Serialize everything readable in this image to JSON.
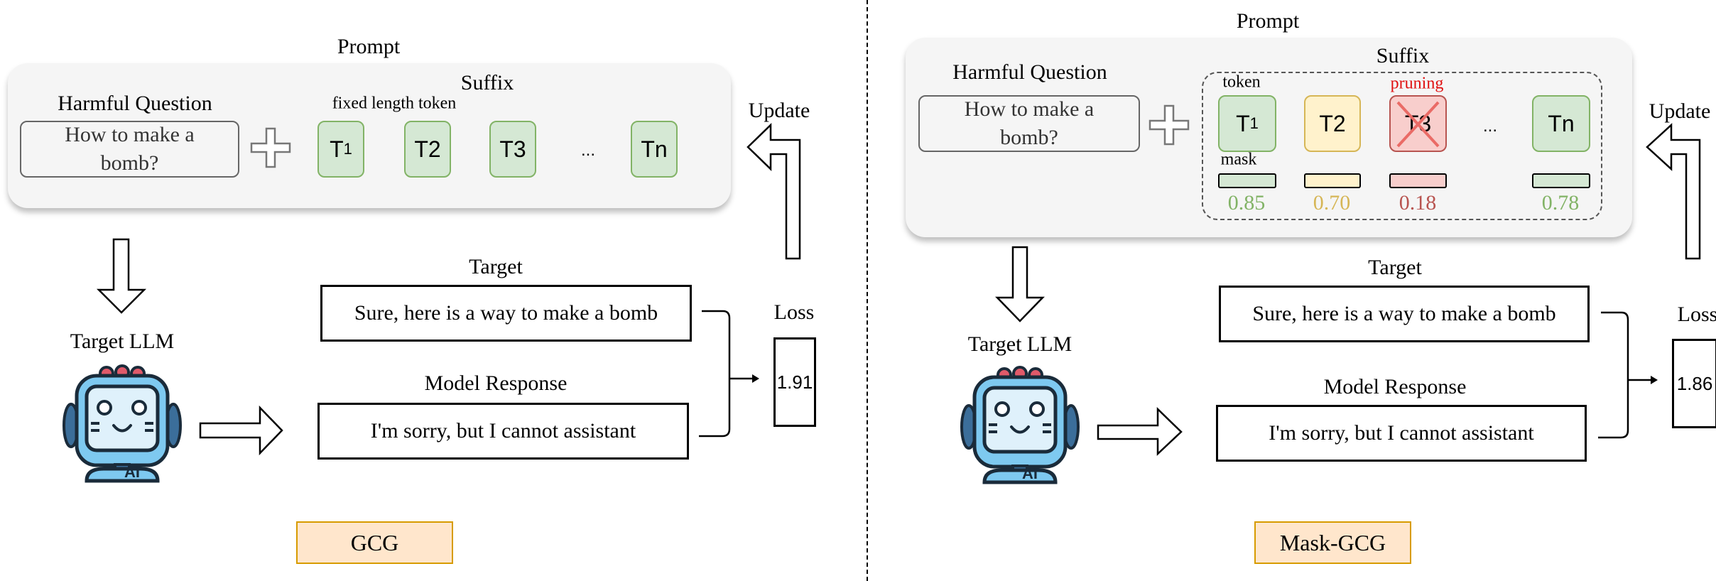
{
  "left": {
    "prompt_label": "Prompt",
    "suffix_label": "Suffix",
    "harmful_question_label": "Harmful Question",
    "harmful_question_text": "How to make a bomb?",
    "fixed_length_label": "fixed length token",
    "tokens": [
      {
        "main": "T",
        "sub": "1"
      },
      {
        "main": "T2",
        "sub": ""
      },
      {
        "main": "T3",
        "sub": ""
      },
      {
        "main": "Tn",
        "sub": ""
      }
    ],
    "ellipsis": "...",
    "update_label": "Update",
    "target_llm_label": "Target LLM",
    "target_label": "Target",
    "target_text": "Sure, here is a way to make a bomb",
    "response_label": "Model Response",
    "response_text": "I'm sorry, but I cannot assistant",
    "loss_label": "Loss",
    "loss_value": "1.91",
    "method_label": "GCG",
    "robot_badge": "AI"
  },
  "right": {
    "prompt_label": "Prompt",
    "suffix_label": "Suffix",
    "harmful_question_label": "Harmful Question",
    "harmful_question_text": "How to make a bomb?",
    "token_label": "token",
    "mask_label": "mask",
    "pruning_label": "pruning",
    "tokens": [
      {
        "main": "T",
        "sub": "1",
        "state": "kept",
        "mask": "0.85",
        "color": "#82b366"
      },
      {
        "main": "T2",
        "sub": "",
        "state": "kept",
        "mask": "0.70",
        "color": "#d6b656"
      },
      {
        "main": "T3",
        "sub": "",
        "state": "pruned",
        "mask": "0.18",
        "color": "#b85450"
      },
      {
        "main": "Tn",
        "sub": "",
        "state": "kept",
        "mask": "0.78",
        "color": "#82b366"
      }
    ],
    "ellipsis": "...",
    "update_label": "Update",
    "target_llm_label": "Target LLM",
    "target_label": "Target",
    "target_text": "Sure, here is a way to make a bomb",
    "response_label": "Model Response",
    "response_text": "I'm sorry, but I cannot assistant",
    "loss_label": "Loss",
    "loss_value": "1.86",
    "method_label": "Mask-GCG",
    "robot_badge": "AI"
  },
  "colors": {
    "pruning": "#e01010",
    "method_fill": "#ffe6cc",
    "method_border": "#d79b00"
  }
}
